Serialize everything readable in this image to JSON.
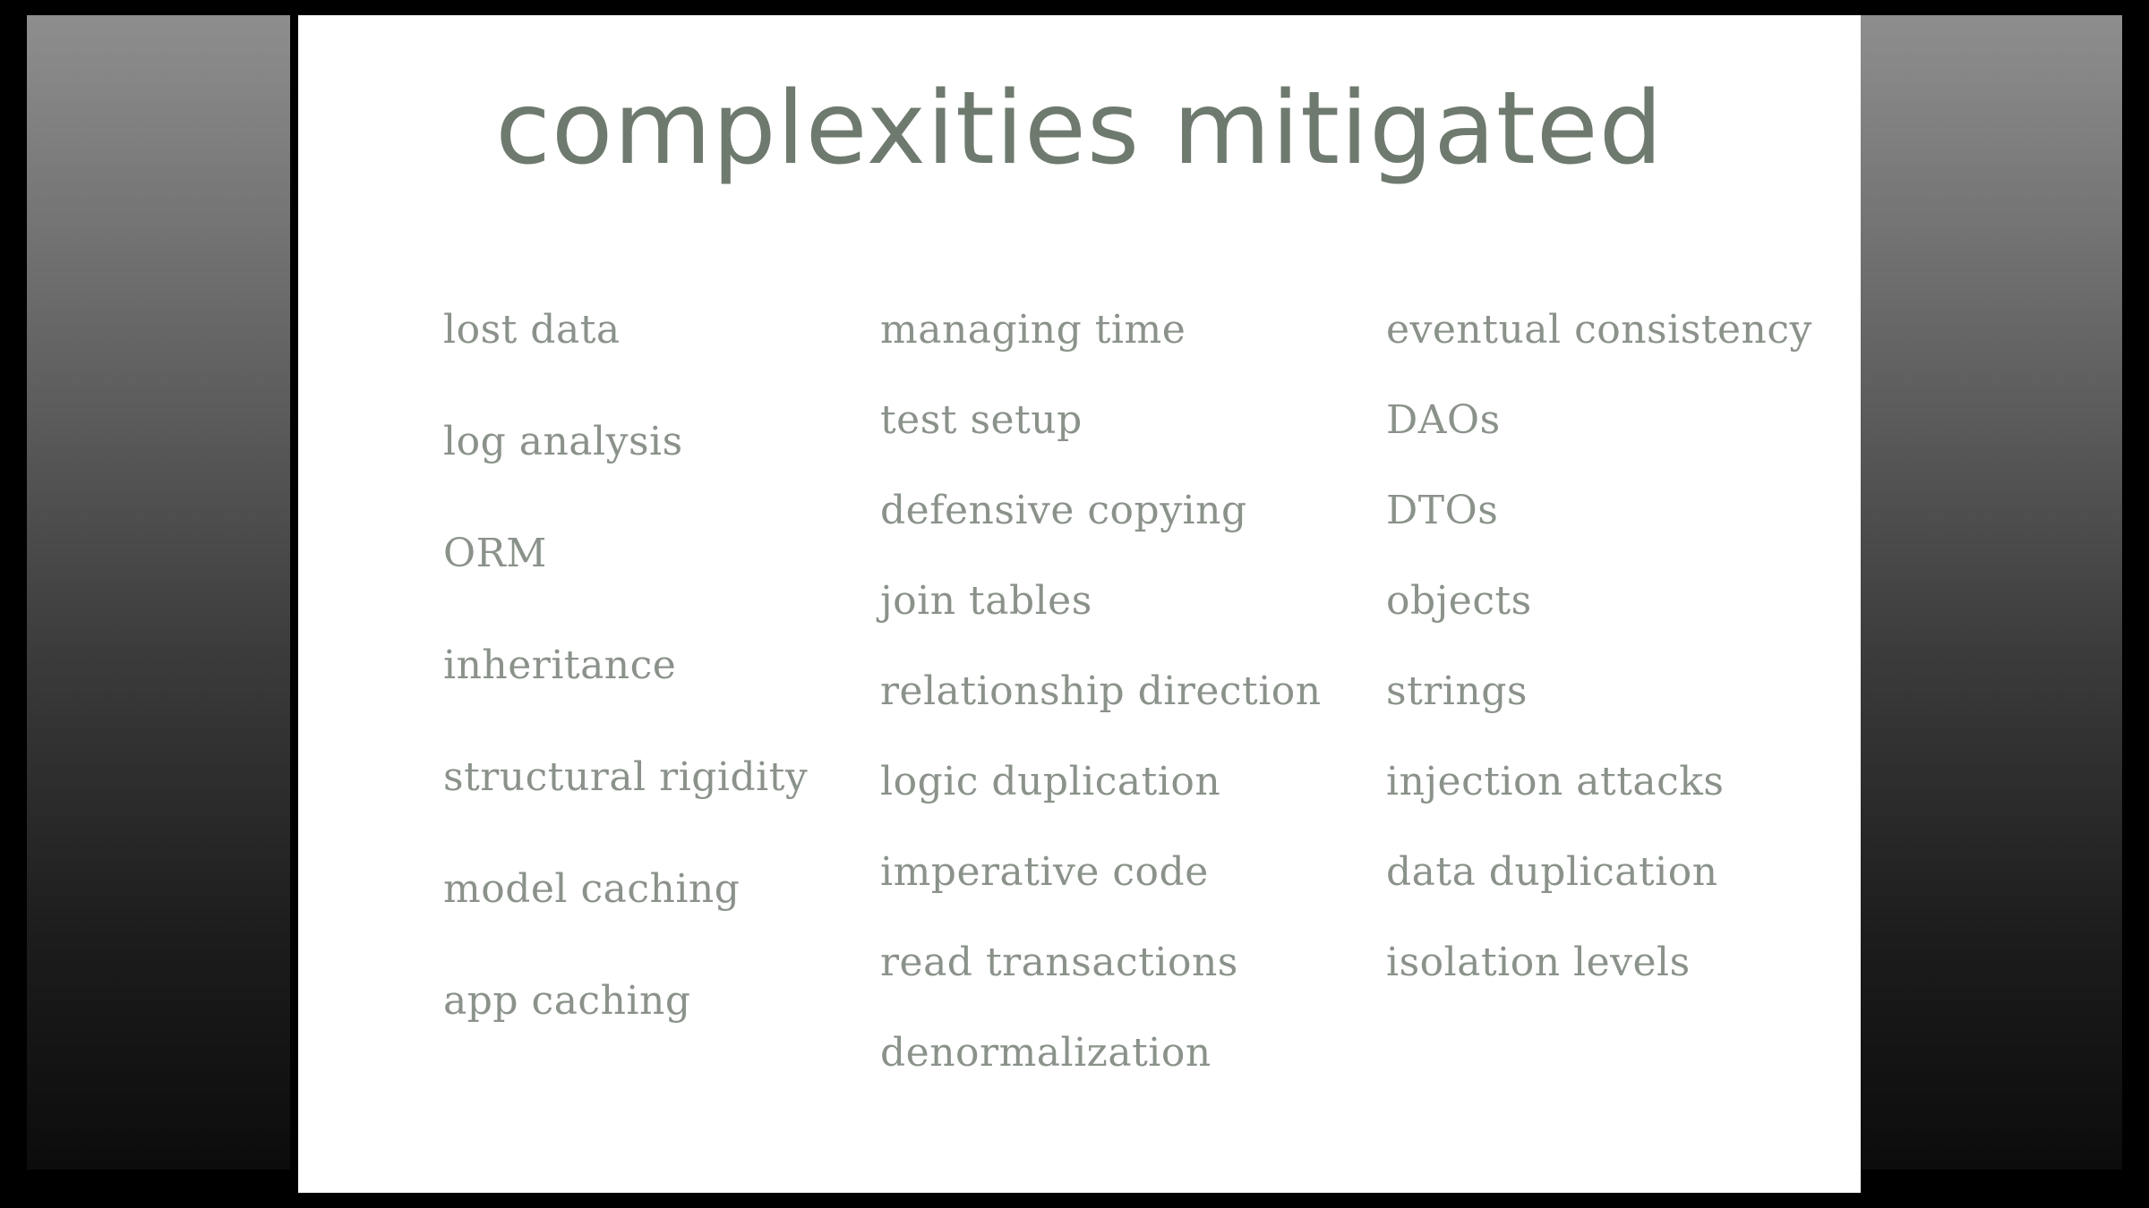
{
  "slide": {
    "title": "complexities mitigated",
    "columns": [
      [
        "lost data",
        "log analysis",
        "ORM",
        "inheritance",
        "structural rigidity",
        "model caching",
        "app caching"
      ],
      [
        "managing time",
        "test setup",
        "defensive copying",
        "join tables",
        "relationship direction",
        "logic duplication",
        "imperative code",
        "read transactions",
        "denormalization"
      ],
      [
        "eventual consistency",
        "DAOs",
        "DTOs",
        "objects",
        "strings",
        "injection attacks",
        "data duplication",
        "isolation levels"
      ]
    ]
  }
}
